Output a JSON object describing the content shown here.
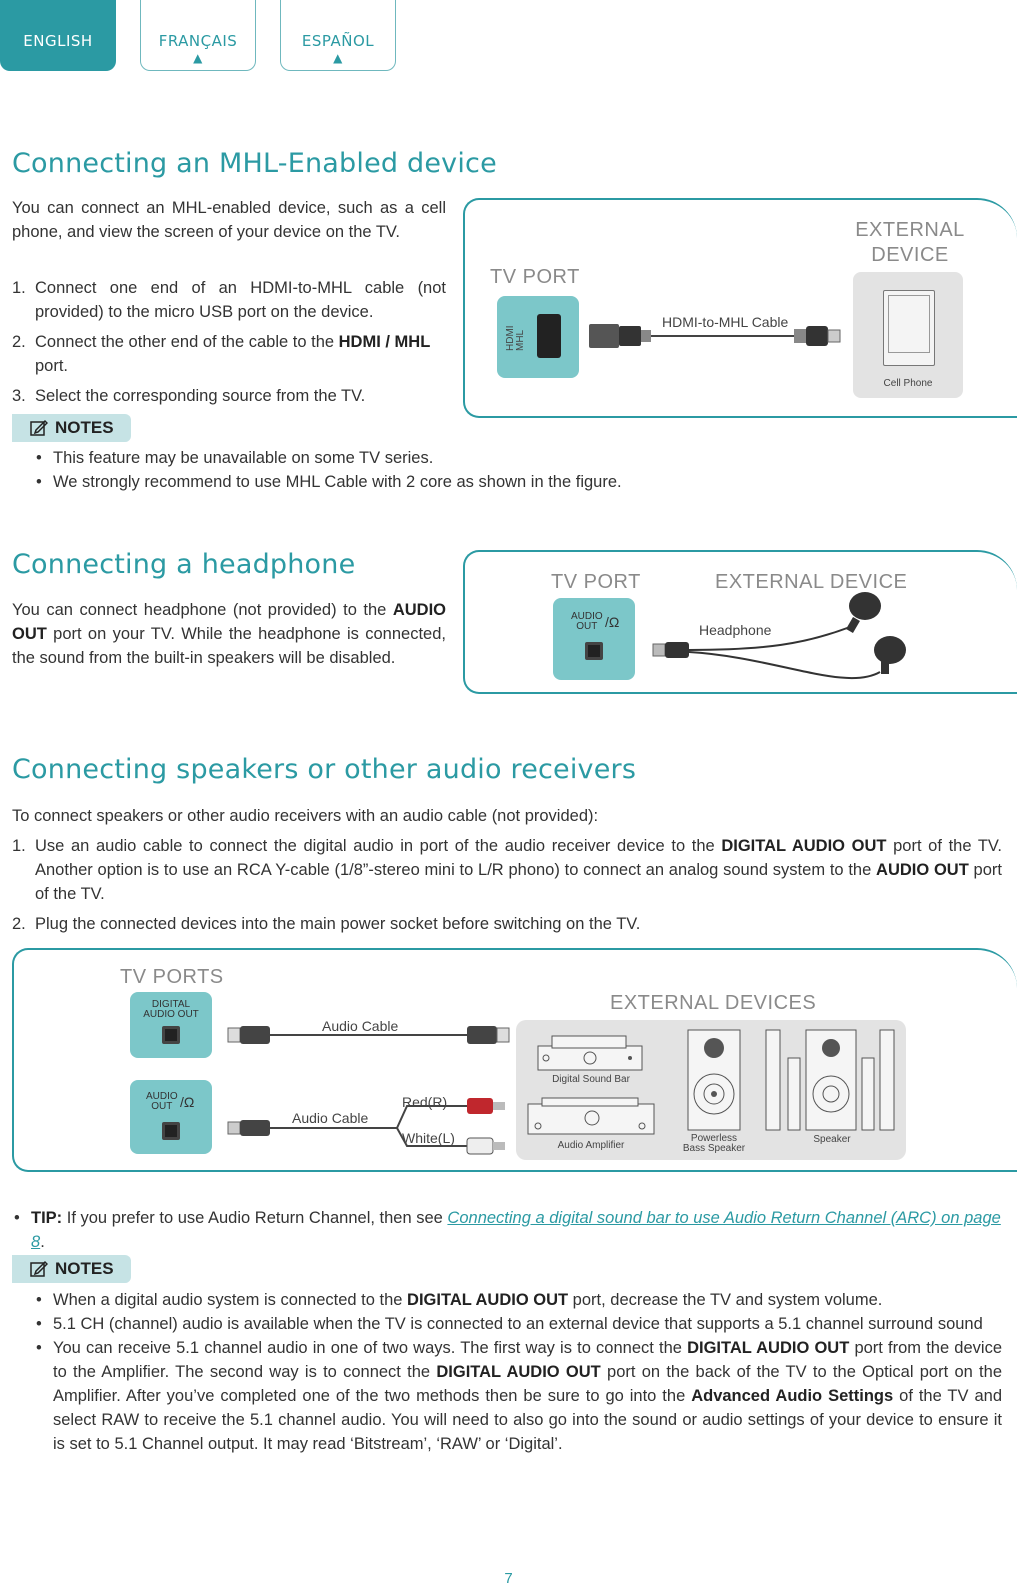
{
  "tabs": [
    {
      "label": "ENGLISH",
      "active": true
    },
    {
      "label": "FRANÇAIS",
      "arrow": "▲"
    },
    {
      "label": "ESPAÑOL",
      "arrow": "▲"
    }
  ],
  "mhl": {
    "title": "Connecting an MHL-Enabled device",
    "intro": "You can connect an MHL-enabled device, such as a cell phone, and view the screen of your device on the TV.",
    "steps": [
      {
        "num": "1.",
        "text": "Connect one end of an HDMI-to-MHL cable (not provided) to the micro USB port on the device."
      },
      {
        "num": "2.",
        "text_a": "Connect the other end of the cable to the ",
        "bold": "HDMI / MHL",
        "text_b": " port."
      },
      {
        "num": "3.",
        "text": "Select the corresponding source from the TV."
      }
    ],
    "notes_label": "NOTES",
    "notes": [
      "This feature may be unavailable on some TV series.",
      "We strongly recommend to use MHL Cable with 2 core as shown in the figure."
    ],
    "diagram": {
      "tv_port": "TV PORT",
      "external_line1": "EXTERNAL",
      "external_line2": "DEVICE",
      "port_label_1": "HDMI",
      "port_label_2": "MHL",
      "cable": "HDMI-to-MHL Cable",
      "device": "Cell Phone"
    }
  },
  "headphone": {
    "title": "Connecting a headphone",
    "text_a": "You can connect headphone (not provided) to the ",
    "bold": "AUDIO OUT",
    "text_b": " port on your TV. While the headphone is connected, the sound from the built-in speakers will be disabled.",
    "diagram": {
      "tv_port": "TV PORT",
      "external": "EXTERNAL DEVICE",
      "port_label_1": "AUDIO",
      "port_label_2": "OUT",
      "device": "Headphone"
    }
  },
  "speakers": {
    "title": "Connecting speakers or other audio receivers",
    "intro": "To connect speakers or other audio receivers with an audio cable (not provided):",
    "step1_a": "Use an audio cable to connect the digital audio in port of the audio receiver device to the ",
    "step1_b1": "DIGITAL AUDIO OUT",
    "step1_c": " port of the TV. Another option is to use an RCA Y-cable (1/8”-stereo mini to L/R phono) to connect an analog sound system to the ",
    "step1_b2": "AUDIO OUT",
    "step1_d": " port of the TV.",
    "step2": "Plug the connected devices into the main power socket before switching on the TV.",
    "diagram": {
      "tv_ports": "TV PORTS",
      "external": "EXTERNAL DEVICES",
      "digital_1": "DIGITAL",
      "digital_2": "AUDIO OUT",
      "audio_1": "AUDIO",
      "audio_2": "OUT",
      "cable1": "Audio Cable",
      "cable2": "Audio Cable",
      "red": "Red(R)",
      "white": "White(L)",
      "soundbar": "Digital Sound Bar",
      "amplifier": "Audio Amplifier",
      "bass_1": "Powerless",
      "bass_2": "Bass Speaker",
      "speaker": "Speaker"
    },
    "tip_label": "TIP:",
    "tip_text": " If you prefer to use Audio Return Channel, then see ",
    "tip_link": "Connecting a digital sound bar to use Audio Return Channel (ARC) on page 8",
    "tip_end": ".",
    "notes_label": "NOTES",
    "note1_a": "When a digital audio system is connected to the ",
    "note1_b": "DIGITAL AUDIO OUT",
    "note1_c": " port, decrease the TV and system volume.",
    "note2": "5.1 CH (channel) audio is available when the TV is connected to an external device that supports a 5.1 channel surround sound",
    "note3_a": "You can receive 5.1 channel audio in one of two ways. The first way is to connect the ",
    "note3_b": "DIGITAL AUDIO OUT",
    "note3_c": " port from the device to the Amplifier. The second way is to connect the ",
    "note3_d": "DIGITAL AUDIO OUT",
    "note3_e": " port on the back of the TV to the Optical port on the Amplifier. After you’ve completed one of the two methods then be sure to go into the ",
    "note3_f": "Advanced Audio Settings",
    "note3_g": " of the TV and select RAW to receive the 5.1 channel audio. You will need to also go into the sound or audio settings of your device to ensure it is set to 5.1 Channel output. It may read ‘Bitstream’, ‘RAW’ or ‘Digital’."
  },
  "page_number": "7",
  "colors": {
    "accent": "#2b9aa3",
    "port": "#7cc7c9",
    "notes_bg": "#c6e3e5"
  }
}
